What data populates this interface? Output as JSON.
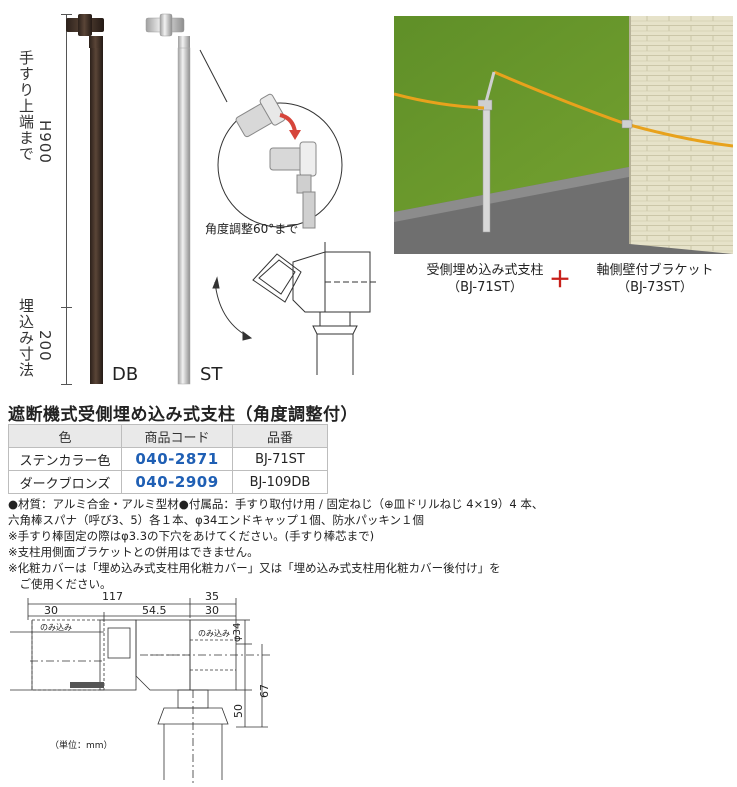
{
  "top_left": {
    "height_label": "手すり上端まで",
    "height_value": "H900",
    "embed_label": "埋込み寸法",
    "embed_value": "200",
    "variant_db": "DB",
    "variant_st": "ST",
    "angle_note": "角度調整60°まで"
  },
  "photo": {
    "caption_left_line1": "受側埋め込み式支柱",
    "caption_left_line2": "（BJ-71ST）",
    "plus": "＋",
    "caption_right_line1": "軸側壁付ブラケット",
    "caption_right_line2": "（BJ-73ST）"
  },
  "product": {
    "title": "遮断機式受側埋め込み式支柱（角度調整付）",
    "headers": [
      "色",
      "商品コード",
      "品番"
    ],
    "rows": [
      {
        "color": "ステンカラー色",
        "code": "040-2871",
        "part": "BJ-71ST"
      },
      {
        "color": "ダークブロンズ",
        "code": "040-2909",
        "part": "BJ-109DB"
      }
    ]
  },
  "notes": [
    "●材質：アルミ合金・アルミ型材●付属品：手すり取付け用 / 固定ねじ（⊕皿ドリルねじ 4×19）4 本、",
    "六角棒スパナ（呼び3、5）各１本、φ34エンドキャップ１個、防水パッキン１個",
    "※手すり棒固定の際はφ3.3の下穴をあけてください。(手すり棒芯まで)",
    "※支柱用側面ブラケットとの併用はできません。",
    "※化粧カバーは「埋め込み式支柱用化粧カバー」又は「埋め込み式支柱用化粧カバー後付け」を",
    "　ご使用ください。"
  ],
  "drawing": {
    "dim_117": "117",
    "dim_35": "35",
    "dim_30_left": "30",
    "dim_545": "54.5",
    "dim_30_right": "30",
    "nomikomi_left": "のみ込み",
    "nomikomi_right": "のみ込み",
    "dim_phi34": "φ34",
    "dim_67": "67",
    "dim_50": "50",
    "unit": "（単位：mm）"
  },
  "colors": {
    "code_blue": "#1f5fb4",
    "bronze": "#4a3a30",
    "silver": "#c8c8c8",
    "grass": "#6c9a2a",
    "rope": "#e8a21c"
  }
}
